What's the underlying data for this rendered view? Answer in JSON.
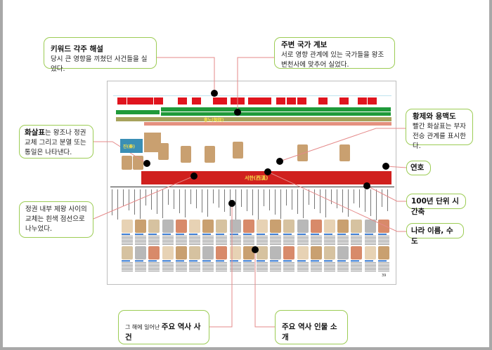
{
  "callouts": {
    "keyword": {
      "title": "키워드 각주 해설",
      "text": "당시 큰 영향을 끼쳤던 사건들을 실었다."
    },
    "neighbors": {
      "title": "주변 국가 계보",
      "text": "서로 영향 관계에 있는 국가들을 왕조 변천사에 맞추어 실었다."
    },
    "emperors": {
      "title": "황제와 용맥도",
      "text": "빨간 화살표는 부자 전승 관계를 표시한다."
    },
    "arrows": {
      "bold": "화살표",
      "text": "는 왕조나 정권교체 그리고 분열 또는 통일은 나타낸다."
    },
    "era_name": {
      "title": "연호"
    },
    "timeline": {
      "title": "100년 단위 시간축"
    },
    "country": {
      "title": "나라 이름, 수도"
    },
    "succession": {
      "text": "정권 내부 제왕 사이의 교체는 흰색 점선으로 나누었다."
    },
    "events": {
      "prefix": "그 해에 일어난 ",
      "bold": "주요 역사 사건"
    },
    "figures": {
      "title": "주요 역사 인물 소개"
    }
  },
  "page": {
    "dynasty_main": "서한(西漢)",
    "dynasty_qin": "진(秦)",
    "xiongnu": "흉노(匈奴)",
    "page_number": "39"
  },
  "colors": {
    "accent_red": "#e0141e",
    "callout_border": "#9ccc54",
    "leader_line": "#e58a8a",
    "green": "#1f9a3a",
    "olive": "#a7a25c",
    "salmon": "#e4907e"
  }
}
